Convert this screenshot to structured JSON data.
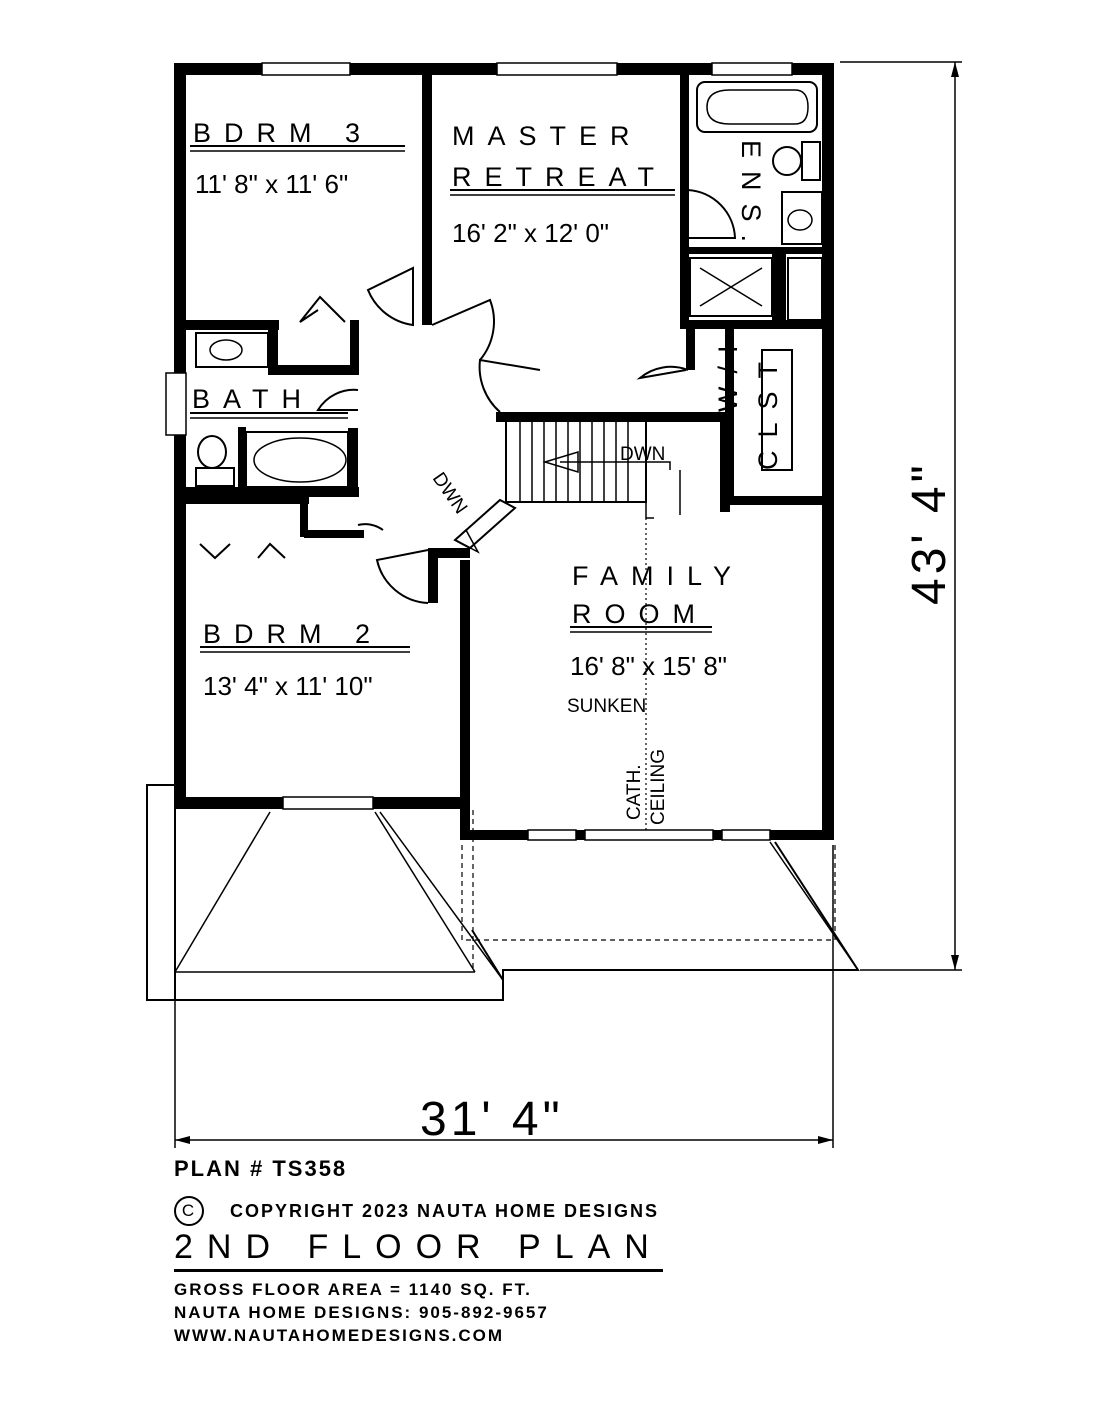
{
  "rooms": {
    "bedroom3": {
      "name": "BDRM 3",
      "size": "11' 8\" x 11' 6\""
    },
    "master": {
      "name_line1": "MASTER",
      "name_line2": "RETREAT",
      "size": "16' 2\" x 12' 0\""
    },
    "ensuite": {
      "name": "ENS."
    },
    "walk_in_closet": {
      "name_line1": "W/I",
      "name_line2": "CLST"
    },
    "bath": {
      "name": "BATH"
    },
    "bedroom2": {
      "name": "BDRM 2",
      "size": "13' 4\" x 11' 10\""
    },
    "family": {
      "name_line1": "FAMILY",
      "name_line2": "ROOM",
      "size": "16' 8\" x 15' 8\"",
      "note": "SUNKEN"
    }
  },
  "annotations": {
    "stair_down_main": "DWN",
    "stair_down_landing": "DWN",
    "ceiling_line1": "CATH.",
    "ceiling_line2": "CEILING"
  },
  "dimensions": {
    "width": "31' 4\"",
    "depth": "43' 4\""
  },
  "title_block": {
    "plan_number": "PLAN # TS358",
    "copyright_symbol": "C",
    "copyright": "COPYRIGHT 2023 NAUTA HOME DESIGNS",
    "title": "2ND FLOOR PLAN",
    "gross_area": "GROSS  FLOOR AREA  =  1140  SQ. FT.",
    "phone": "NAUTA HOME DESIGNS:  905-892-9657",
    "website": "WWW.NAUTAHOMEDESIGNS.COM"
  }
}
